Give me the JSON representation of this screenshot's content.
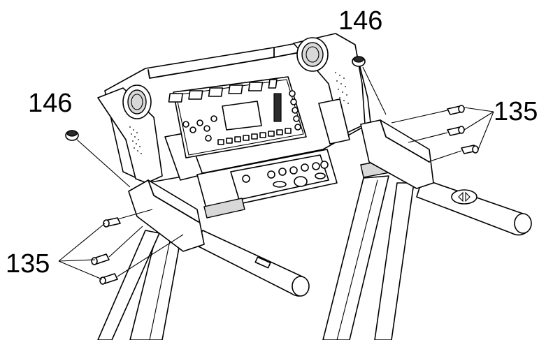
{
  "callouts": {
    "cap_left": "146",
    "cap_right": "146",
    "screws_left": "135",
    "screws_right": "135"
  }
}
